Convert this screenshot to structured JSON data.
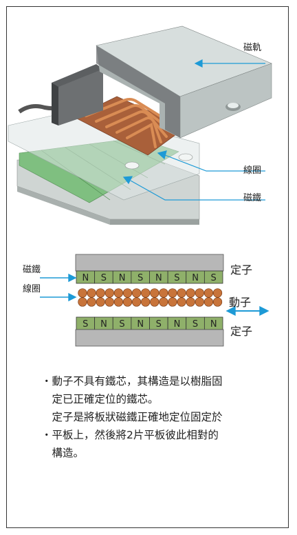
{
  "labels": {
    "rail": "磁軌",
    "coil": "線圈",
    "magnet": "磁鐵",
    "stator_top": "定子",
    "mover": "動子",
    "stator_bottom": "定子",
    "magnet_small": "磁鐵",
    "coil_small": "線圈"
  },
  "magnets_top": [
    "N",
    "S",
    "N",
    "S",
    "N",
    "S",
    "N",
    "S"
  ],
  "magnets_bottom": [
    "S",
    "N",
    "S",
    "N",
    "S",
    "N",
    "S",
    "N"
  ],
  "description": [
    "・動子不具有鐵芯，其構造是以樹脂固",
    "　定已正確定位的鐵芯。",
    "　定子是將板狀磁鐵正確地定位固定於",
    "・平板上，然後將2片平板彼此相對的",
    "　構造。"
  ],
  "colors": {
    "arrow": "#1d9ad6",
    "magnet_green": "#8fb06a",
    "stator_gray": "#b7b7b7",
    "coil_copper": "#c8743a"
  }
}
